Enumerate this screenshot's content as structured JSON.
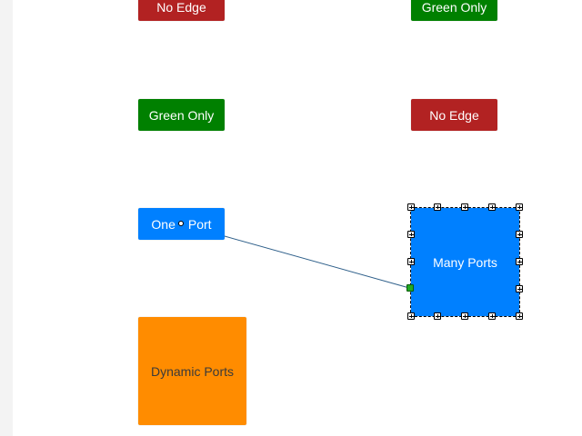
{
  "nodes": {
    "no_edge_top": "No Edge",
    "green_only_top": "Green Only",
    "green_only_left": "Green Only",
    "no_edge_right": "No Edge",
    "one_port_left": "One",
    "one_port_right": "Port",
    "many_ports": "Many Ports",
    "dynamic_ports": "Dynamic Ports"
  },
  "colors": {
    "red": "#b22222",
    "green": "#008000",
    "blue": "#0080ff",
    "orange": "#ff8c00",
    "edge": "#2e5f8a"
  }
}
